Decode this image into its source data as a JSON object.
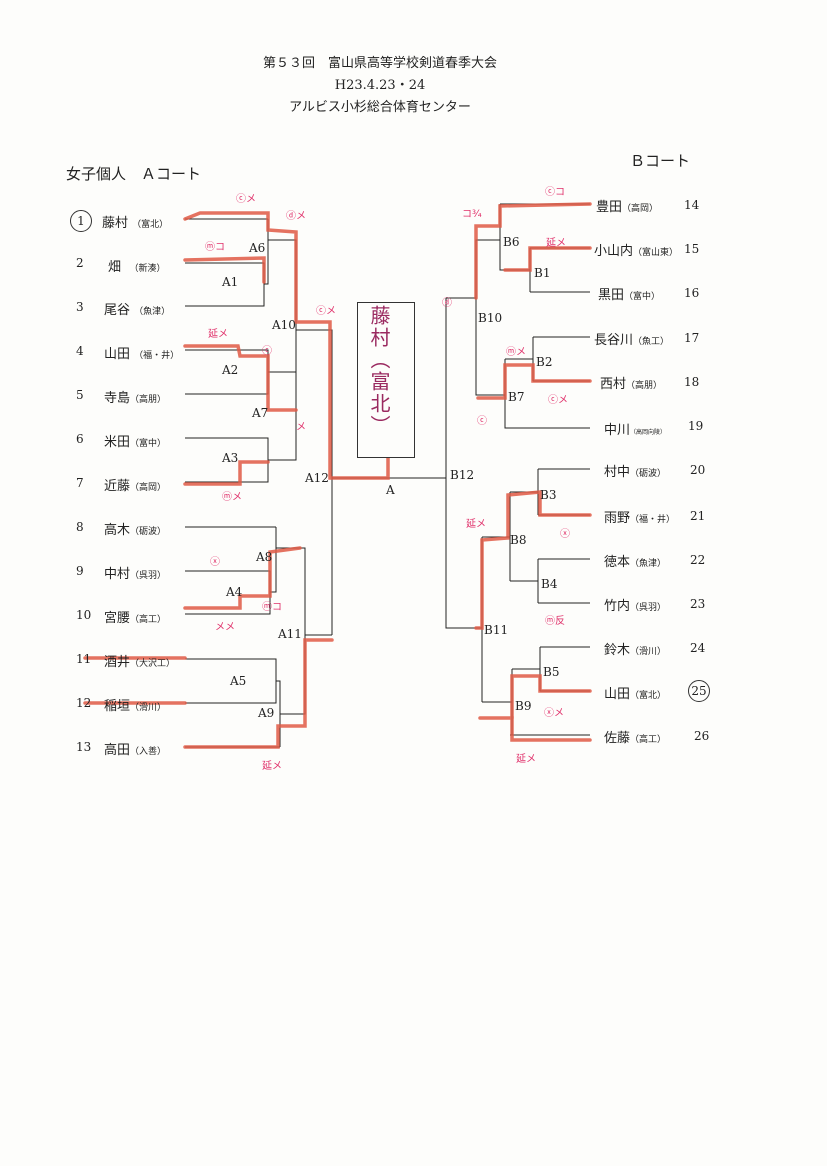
{
  "header": {
    "title": "第５３回　富山県高等学校剣道春季大会",
    "date": "H23.4.23・24",
    "venue": "アルビス小杉総合体育センター"
  },
  "courts": {
    "a_title": "女子個人　Ａコート",
    "b_title": "Ｂコート"
  },
  "winner": {
    "name": "藤村（富北）",
    "final_label": "A"
  },
  "a_players": [
    {
      "num": "1",
      "name": "藤村",
      "school": "（富北）"
    },
    {
      "num": "2",
      "name": "畑",
      "school": "（新湊）"
    },
    {
      "num": "3",
      "name": "尾谷",
      "school": "（魚津）"
    },
    {
      "num": "4",
      "name": "山田",
      "school": "（福・井）"
    },
    {
      "num": "5",
      "name": "寺島",
      "school": "（高朋）"
    },
    {
      "num": "6",
      "name": "米田",
      "school": "（富中）"
    },
    {
      "num": "7",
      "name": "近藤",
      "school": "（高岡）"
    },
    {
      "num": "8",
      "name": "高木",
      "school": "（砺波）"
    },
    {
      "num": "9",
      "name": "中村",
      "school": "（呉羽）"
    },
    {
      "num": "10",
      "name": "宮腰",
      "school": "（高工）"
    },
    {
      "num": "11",
      "name": "酒井",
      "school": "（大沢工）"
    },
    {
      "num": "12",
      "name": "稲垣",
      "school": "（滑川）"
    },
    {
      "num": "13",
      "name": "高田",
      "school": "（入善）"
    }
  ],
  "b_players": [
    {
      "num": "14",
      "name": "豊田",
      "school": "（高岡）"
    },
    {
      "num": "15",
      "name": "小山内",
      "school": "（富山東）"
    },
    {
      "num": "16",
      "name": "黒田",
      "school": "（富中）"
    },
    {
      "num": "17",
      "name": "長谷川",
      "school": "（魚工）"
    },
    {
      "num": "18",
      "name": "西村",
      "school": "（高朋）"
    },
    {
      "num": "19",
      "name": "中川",
      "school": "（高岡向陵）"
    },
    {
      "num": "20",
      "name": "村中",
      "school": "（砺波）"
    },
    {
      "num": "21",
      "name": "雨野",
      "school": "（福・井）"
    },
    {
      "num": "22",
      "name": "徳本",
      "school": "（魚津）"
    },
    {
      "num": "23",
      "name": "竹内",
      "school": "（呉羽）"
    },
    {
      "num": "24",
      "name": "鈴木",
      "school": "（滑川）"
    },
    {
      "num": "25",
      "name": "山田",
      "school": "（富北）"
    },
    {
      "num": "26",
      "name": "佐藤",
      "school": "（高工）"
    }
  ],
  "match_labels": {
    "A1": "A1",
    "A2": "A2",
    "A3": "A3",
    "A4": "A4",
    "A5": "A5",
    "A6": "A6",
    "A7": "A7",
    "A8": "A8",
    "A9": "A9",
    "A10": "A10",
    "A11": "A11",
    "A12": "A12",
    "B1": "B1",
    "B2": "B2",
    "B3": "B3",
    "B4": "B4",
    "B5": "B5",
    "B6": "B6",
    "B7": "B7",
    "B8": "B8",
    "B9": "B9",
    "B10": "B10",
    "B11": "B11",
    "B12": "B12"
  },
  "annotations": {
    "a1": "ⓜコ",
    "a6a": "ⓒメ",
    "a6b": "ⓓメ",
    "a2a": "延メ",
    "a2b": "ⓒ",
    "a10": "ⓒメ",
    "a7": "メ",
    "a3": "ⓜメ",
    "a4a": "ⓧ",
    "a4b": "ⓜコ",
    "a4c": "メメ",
    "a9": "延メ",
    "b6a": "ⓒコ",
    "b6b": "コ¾",
    "b1": "延メ",
    "b10": "ⓓ",
    "b2a": "ⓜメ",
    "b2b": "ⓒメ",
    "b7": "ⓒ",
    "b3": "ⓧ",
    "b8": "延メ",
    "b4": "ⓜ反",
    "b9": "ⓧメ",
    "b9b": "延メ"
  },
  "colors": {
    "ink": "#222222",
    "winner_mark": "#e05a45",
    "annotation": "#e0306a"
  }
}
